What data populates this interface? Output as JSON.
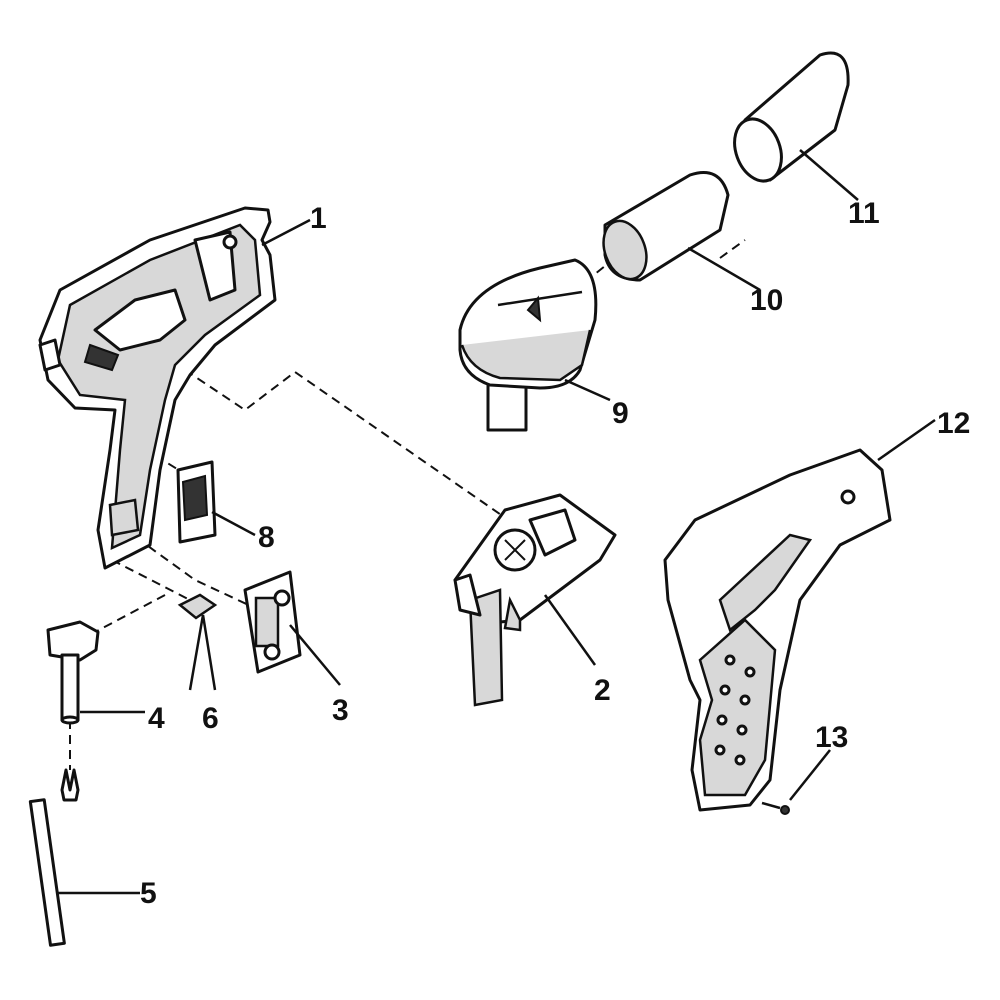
{
  "diagram": {
    "type": "exploded-parts-view",
    "callouts": [
      {
        "id": "1",
        "label": "1"
      },
      {
        "id": "2",
        "label": "2"
      },
      {
        "id": "3",
        "label": "3"
      },
      {
        "id": "4",
        "label": "4"
      },
      {
        "id": "5",
        "label": "5"
      },
      {
        "id": "6",
        "label": "6"
      },
      {
        "id": "8",
        "label": "8"
      },
      {
        "id": "9",
        "label": "9"
      },
      {
        "id": "10",
        "label": "10"
      },
      {
        "id": "11",
        "label": "11"
      },
      {
        "id": "12",
        "label": "12"
      },
      {
        "id": "13",
        "label": "13"
      }
    ]
  }
}
